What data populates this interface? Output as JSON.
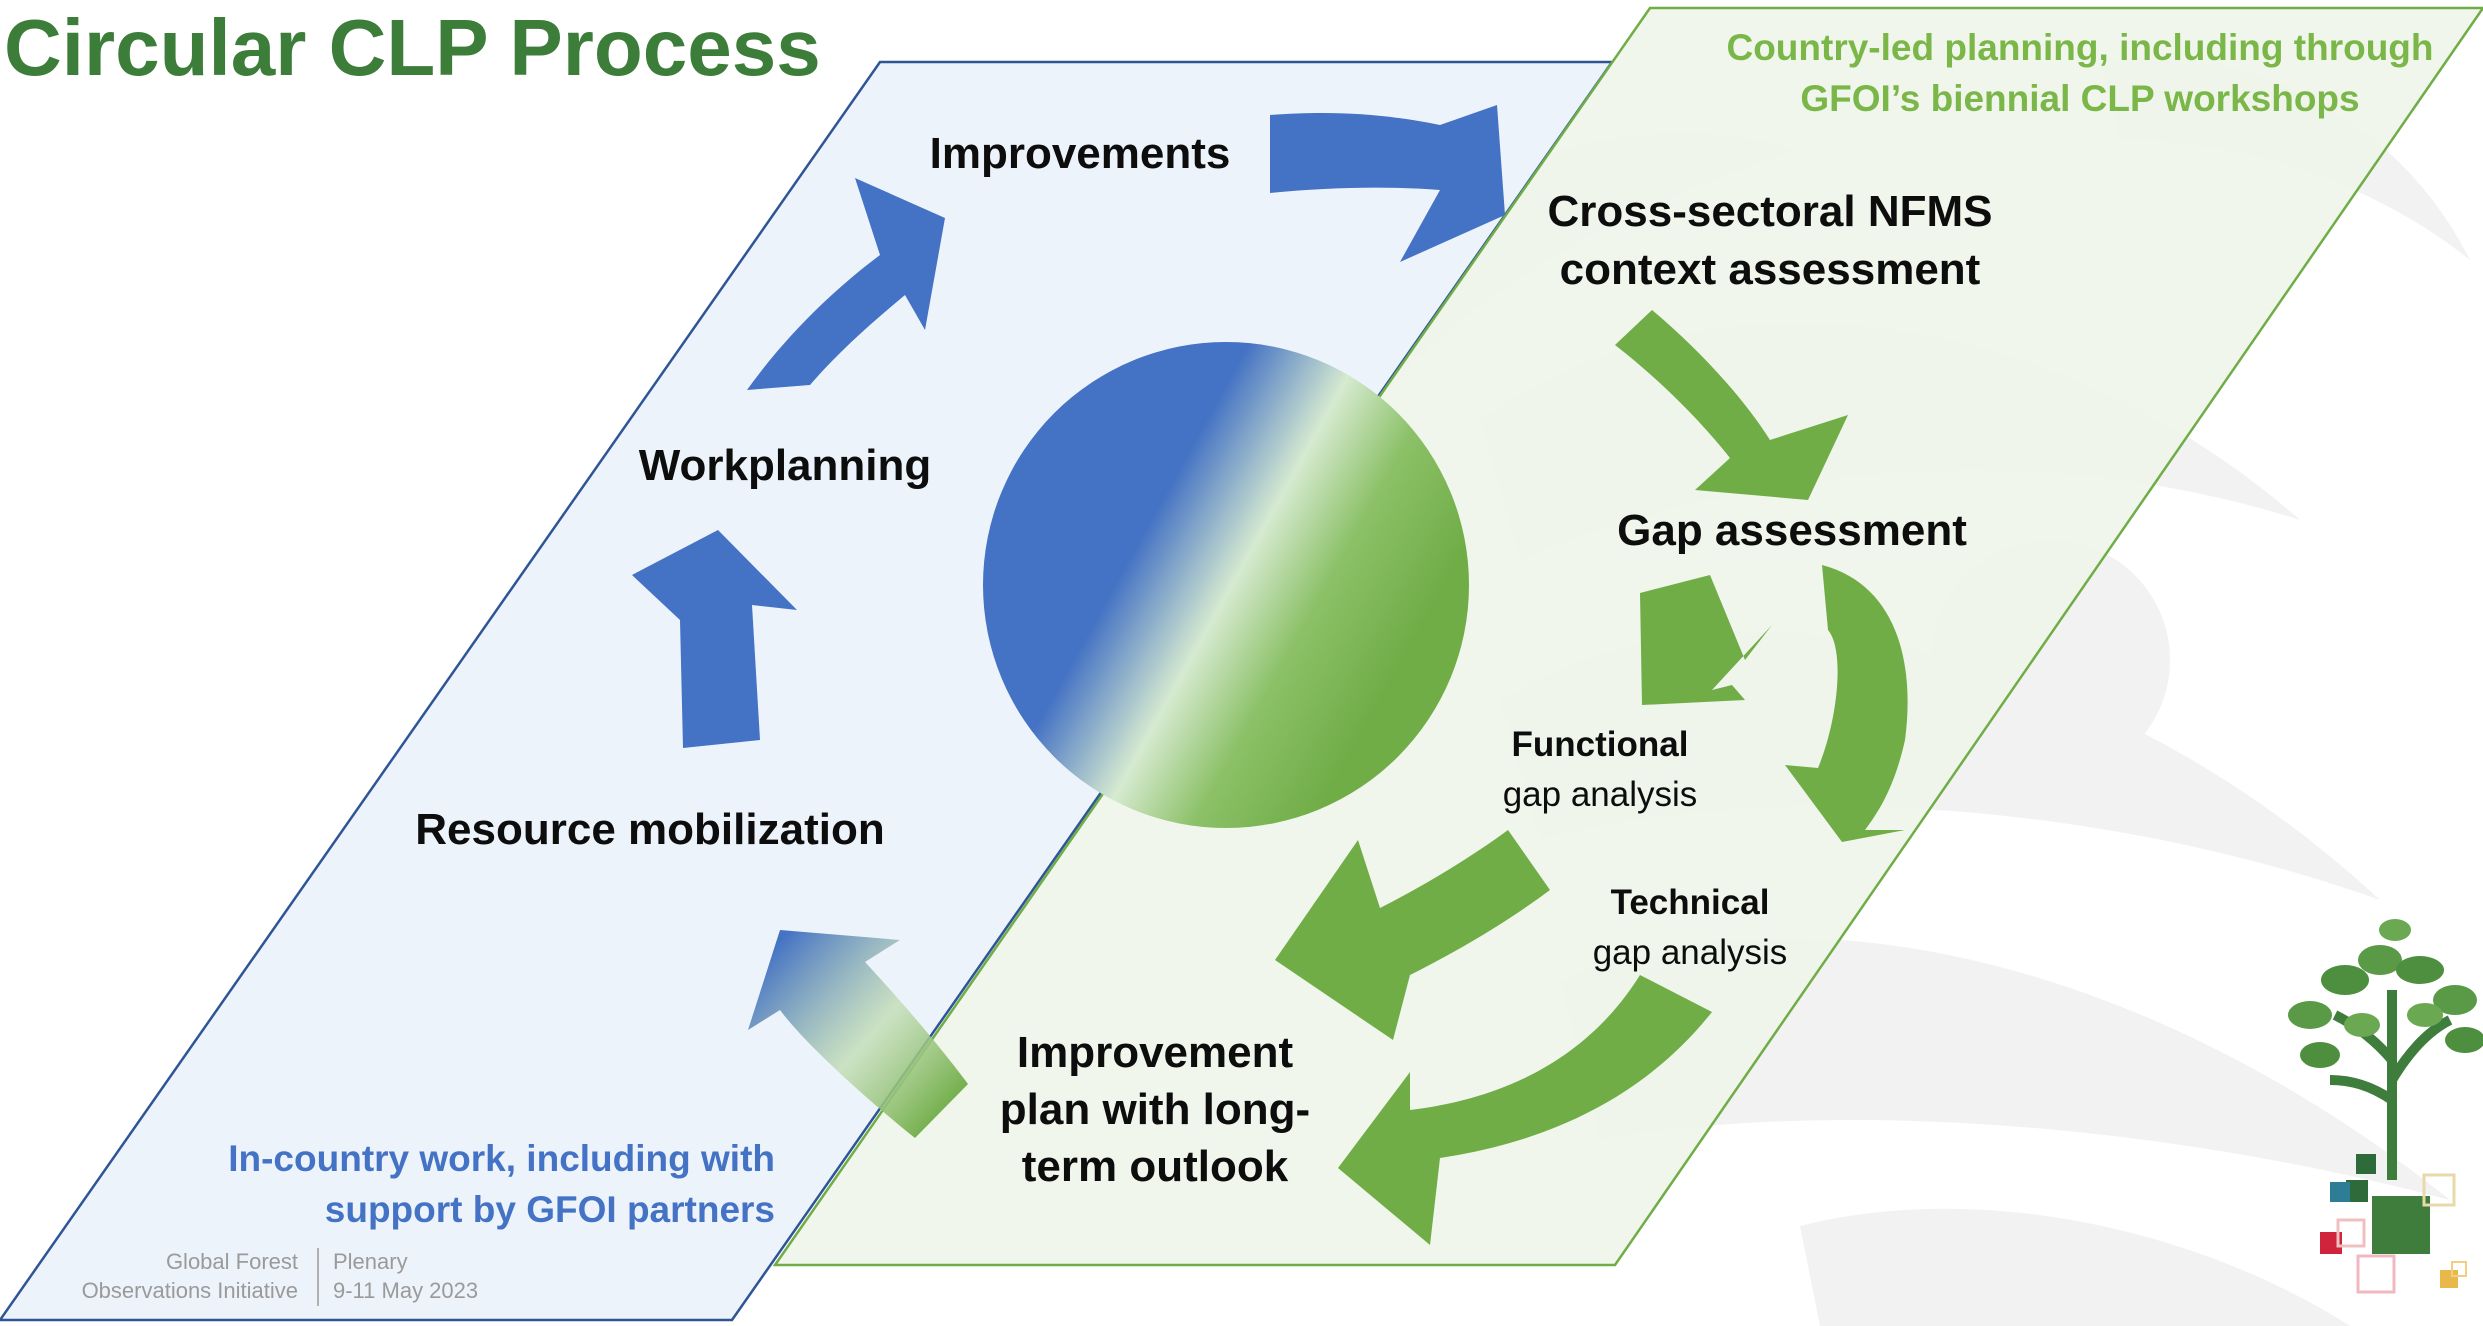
{
  "title": "Circular CLP Process",
  "colors": {
    "title": "#3c7d3a",
    "blue": "#4472c4",
    "green": "#70ad47",
    "green_note": "#7ab648"
  },
  "green_note": [
    "Country-led planning, including through",
    "GFOI’s biennial CLP workshops"
  ],
  "blue_note": [
    "In-country work, including with",
    "support by GFOI partners"
  ],
  "steps": {
    "improvements": "Improvements",
    "cross_sectoral": [
      "Cross-sectoral NFMS",
      "context assessment"
    ],
    "gap_assessment": "Gap assessment",
    "functional": {
      "title": "Functional",
      "sub": "gap analysis"
    },
    "technical": {
      "title": "Technical",
      "sub": "gap analysis"
    },
    "improvement_plan": [
      "Improvement",
      "plan with long-",
      "term outlook"
    ],
    "resource_mobilization": "Resource mobilization",
    "workplanning": "Workplanning"
  },
  "footer": {
    "org": [
      "Global Forest",
      "Observations Initiative"
    ],
    "event": [
      "Plenary",
      "9-11 May 2023"
    ]
  },
  "icons": {
    "logo": "gfoi-tree-logo-icon",
    "watermark": "leaf-watermark-icon"
  }
}
